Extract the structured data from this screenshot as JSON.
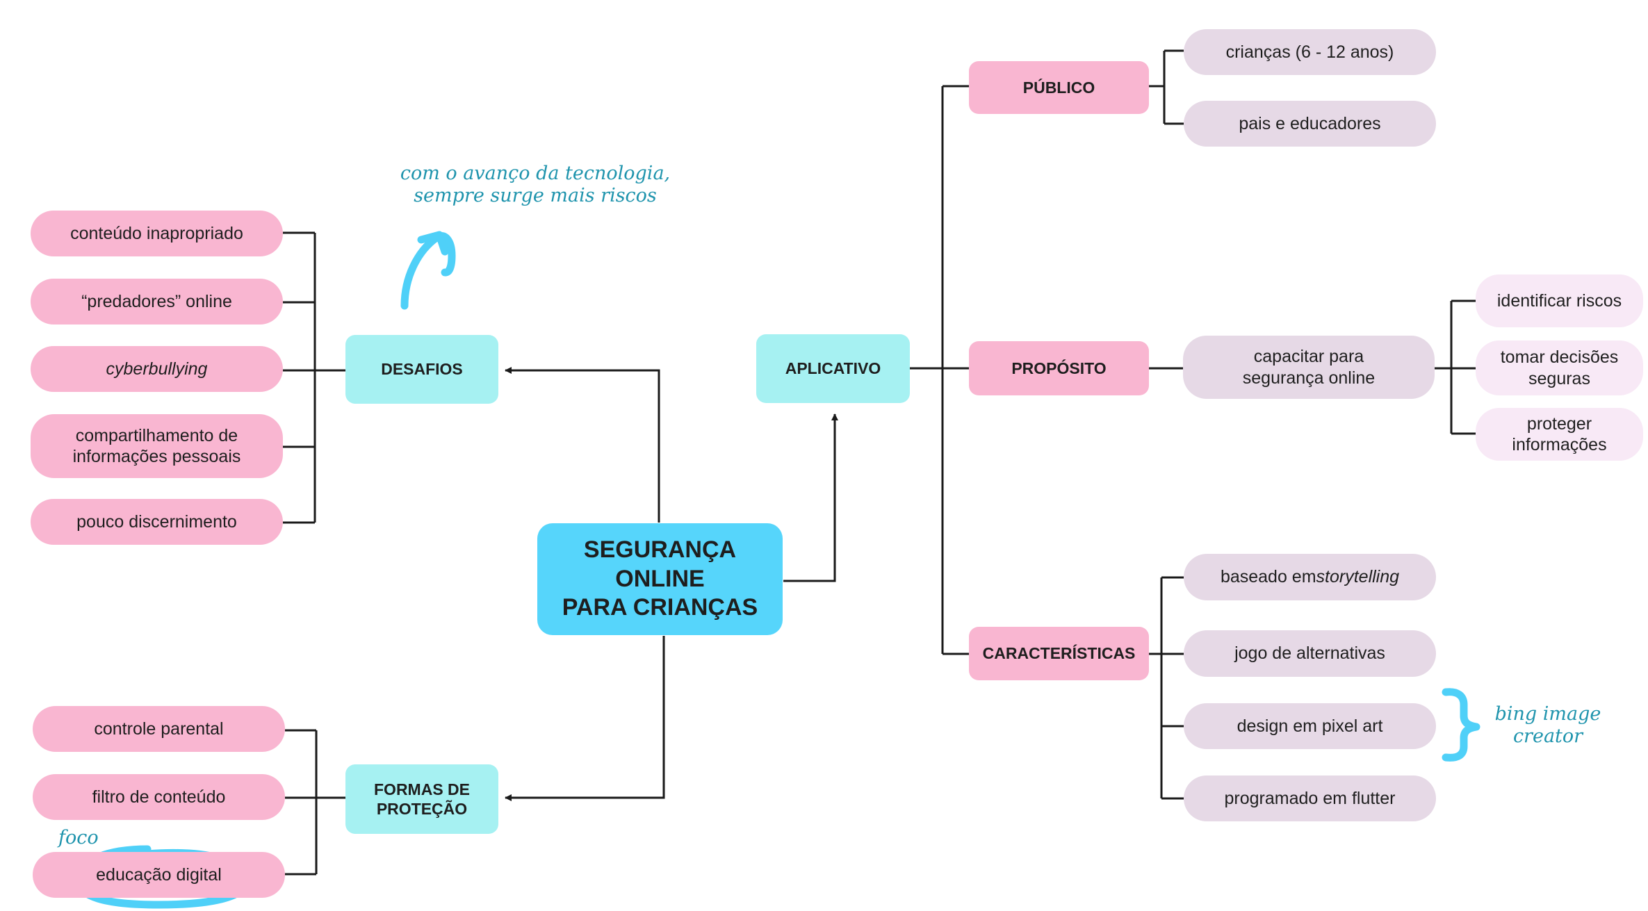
{
  "center": "SEGURANÇA\nONLINE\nPARA CRIANÇAS",
  "categories": {
    "desafios": "DESAFIOS",
    "formas": "FORMAS DE\nPROTEÇÃO",
    "aplicativo": "APLICATIVO",
    "publico": "PÚBLICO",
    "proposito": "PROPÓSITO",
    "caracteristicas": "CARACTERÍSTICAS"
  },
  "desafios_items": [
    "conteúdo inapropriado",
    "“predadores” online",
    "cyberbullying",
    "compartilhamento de\ninformações pessoais",
    "pouco discernimento"
  ],
  "formas_items": [
    "controle parental",
    "filtro de conteúdo",
    "educação digital"
  ],
  "publico_items": [
    "crianças (6 - 12 anos)",
    "pais e educadores"
  ],
  "proposito_main": "capacitar para\nsegurança online",
  "proposito_subs": [
    "identificar riscos",
    "tomar decisões\nseguras",
    "proteger\ninformações"
  ],
  "caracteristicas_items": {
    "storytelling_prefix": "baseado em ",
    "storytelling_term": "storytelling",
    "jogo": "jogo de alternativas",
    "pixel": "design em pixel art",
    "flutter": "programado em flutter"
  },
  "annotations": {
    "tecnologia": "com o avanço da tecnologia,\nsempre surge mais riscos",
    "foco": "foco",
    "bing": "bing image\ncreator"
  },
  "colors": {
    "center": "#56d5fb",
    "category_cyan": "#a6f1f2",
    "category_pink": "#f9b6d1",
    "leaf_pink": "#f9b6d1",
    "leaf_lavender": "#e6d9e6",
    "leaf_light": "#f8e9f6",
    "annotation_text": "#1f94ad",
    "annotation_mark": "#4fd0f8",
    "connector": "#1a1a1a"
  }
}
